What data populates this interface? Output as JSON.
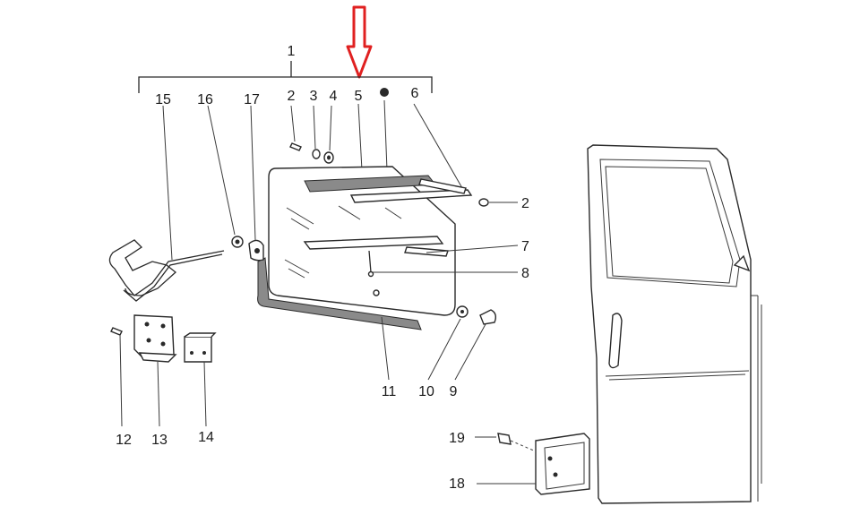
{
  "diagram": {
    "callouts": {
      "c1": "1",
      "c2a": "2",
      "c3": "3",
      "c4": "4",
      "c5": "5",
      "c6": "6",
      "c15": "15",
      "c16": "16",
      "c17": "17",
      "c2b": "2",
      "c7": "7",
      "c8": "8",
      "c9": "9",
      "c10": "10",
      "c11": "11",
      "c12": "12",
      "c13": "13",
      "c14": "14",
      "c18": "18",
      "c19": "19"
    },
    "highlight_color": "#e02020",
    "line_color": "#2a2a2a",
    "background": "#ffffff"
  }
}
